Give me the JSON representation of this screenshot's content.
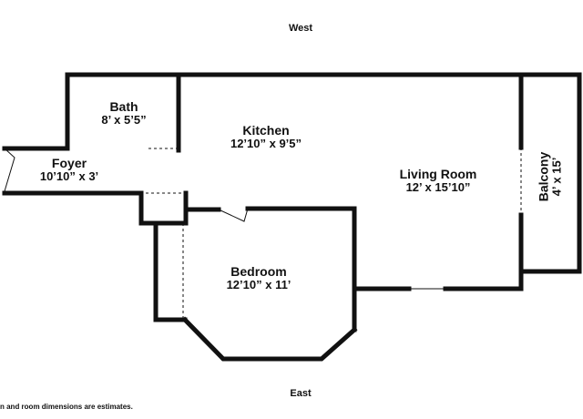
{
  "compass": {
    "north": "West",
    "south": "East"
  },
  "rooms": {
    "bath": {
      "name": "Bath",
      "dims": "8’ x 5’5”"
    },
    "kitchen": {
      "name": "Kitchen",
      "dims": "12’10” x 9’5”"
    },
    "foyer": {
      "name": "Foyer",
      "dims": "10’10” x 3’"
    },
    "living": {
      "name": "Living Room",
      "dims": "12’ x 15’10”"
    },
    "balcony": {
      "name": "Balcony",
      "dims": "4’ x 15’"
    },
    "bedroom": {
      "name": "Bedroom",
      "dims": "12’10” x 11’"
    }
  },
  "disclaimer": "n and room dimensions are estimates.",
  "colors": {
    "wall": "#111111",
    "background": "#ffffff"
  }
}
